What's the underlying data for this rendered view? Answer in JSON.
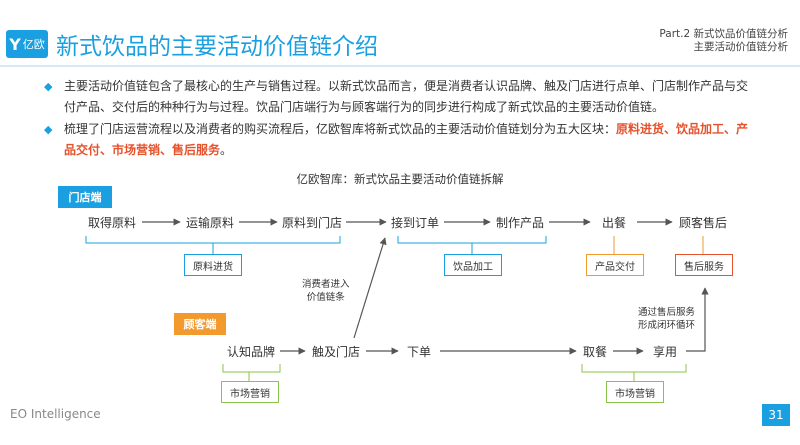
{
  "header": {
    "logo_letter": "Y",
    "logo_text": "亿欧",
    "title": "新式饮品的主要活动价值链介绍",
    "part_line1": "Part.2 新式饮品价值链分析",
    "part_line2": "主要活动价值链分析"
  },
  "bullets": {
    "b1": "主要活动价值链包含了最核心的生产与销售过程。以新式饮品而言，便是消费者认识品牌、触及门店进行点单、门店制作产品与交付产品、交付后的种种行为与过程。饮品门店端行为与顾客端行为的同步进行构成了新式饮品的主要活动价值链。",
    "b2_prefix": "梳理了门店运营流程以及消费者的购买流程后，亿欧智库将新式饮品的主要活动价值链划分为五大区块：",
    "b2_highlight": "原料进货、饮品加工、产品交付、市场营销、售后服务",
    "b2_suffix": "。"
  },
  "diagram": {
    "title": "亿欧智库：新式饮品主要活动价值链拆解",
    "store_tag": "门店端",
    "customer_tag": "顾客端",
    "store_nodes": {
      "n1": "取得原料",
      "n2": "运输原料",
      "n3": "原料到门店",
      "n4": "接到订单",
      "n5": "制作产品",
      "n6": "出餐",
      "n7": "顾客售后"
    },
    "customer_nodes": {
      "c1": "认知品牌",
      "c2": "触及门店",
      "c3": "下单",
      "c4": "取餐",
      "c5": "享用"
    },
    "blocks": {
      "raw": "原料进货",
      "process": "饮品加工",
      "deliver": "产品交付",
      "aftersale": "售后服务",
      "mkt1": "市场营销",
      "mkt2": "市场营销"
    },
    "notes": {
      "enter_line1": "消费者进入",
      "enter_line2": "价值链条",
      "loop_line1": "通过售后服务",
      "loop_line2": "形成闭环循环"
    },
    "colors": {
      "store": "#1aa0e0",
      "customer": "#f29a2e",
      "aftersale": "#e5532d",
      "line": "#555555"
    }
  },
  "footer": {
    "brand": "EO Intelligence",
    "page": "31"
  }
}
